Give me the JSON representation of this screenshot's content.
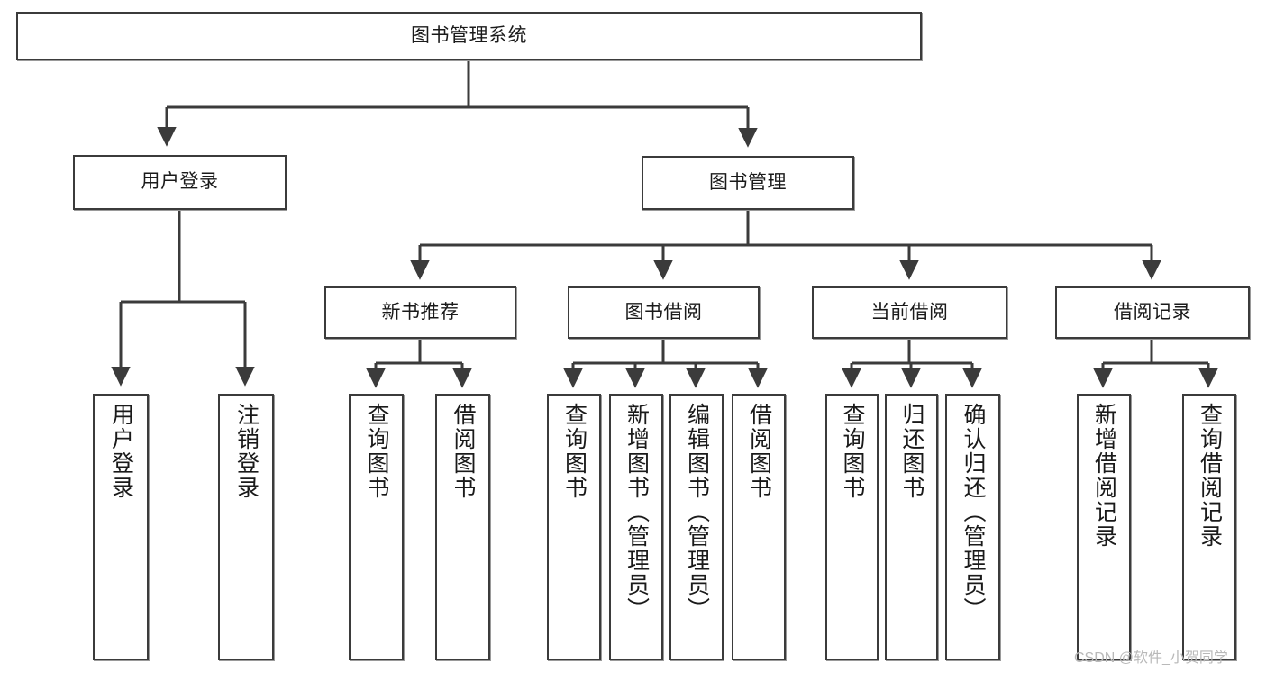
{
  "diagram": {
    "title": "图书管理系统",
    "type": "tree-hierarchy-chart",
    "root": {
      "label": "图书管理系统"
    },
    "level1": [
      {
        "label": "用户登录"
      },
      {
        "label": "图书管理"
      }
    ],
    "level2": [
      {
        "label": "新书推荐"
      },
      {
        "label": "图书借阅"
      },
      {
        "label": "当前借阅"
      },
      {
        "label": "借阅记录"
      }
    ],
    "leaves": {
      "user_login": [
        {
          "label": "用户登录"
        },
        {
          "label": "注销登录"
        }
      ],
      "new_book_recommend": [
        {
          "label": "查询图书"
        },
        {
          "label": "借阅图书"
        }
      ],
      "book_borrow": [
        {
          "label": "查询图书"
        },
        {
          "label": "新增图书（管理员）"
        },
        {
          "label": "编辑图书（管理员）"
        },
        {
          "label": "借阅图书"
        }
      ],
      "current_borrow": [
        {
          "label": "查询图书"
        },
        {
          "label": "归还图书"
        },
        {
          "label": "确认归还（管理员）"
        }
      ],
      "borrow_record": [
        {
          "label": "新增借阅记录"
        },
        {
          "label": "查询借阅记录"
        }
      ]
    }
  },
  "watermark": {
    "text": "CSDN @软件_小贺同学"
  },
  "colors": {
    "stroke": "#3b3b3b",
    "shadow": "#9a9a9a",
    "background": "#ffffff",
    "text": "#1a1a1a",
    "watermark": "#b9b9b9"
  }
}
